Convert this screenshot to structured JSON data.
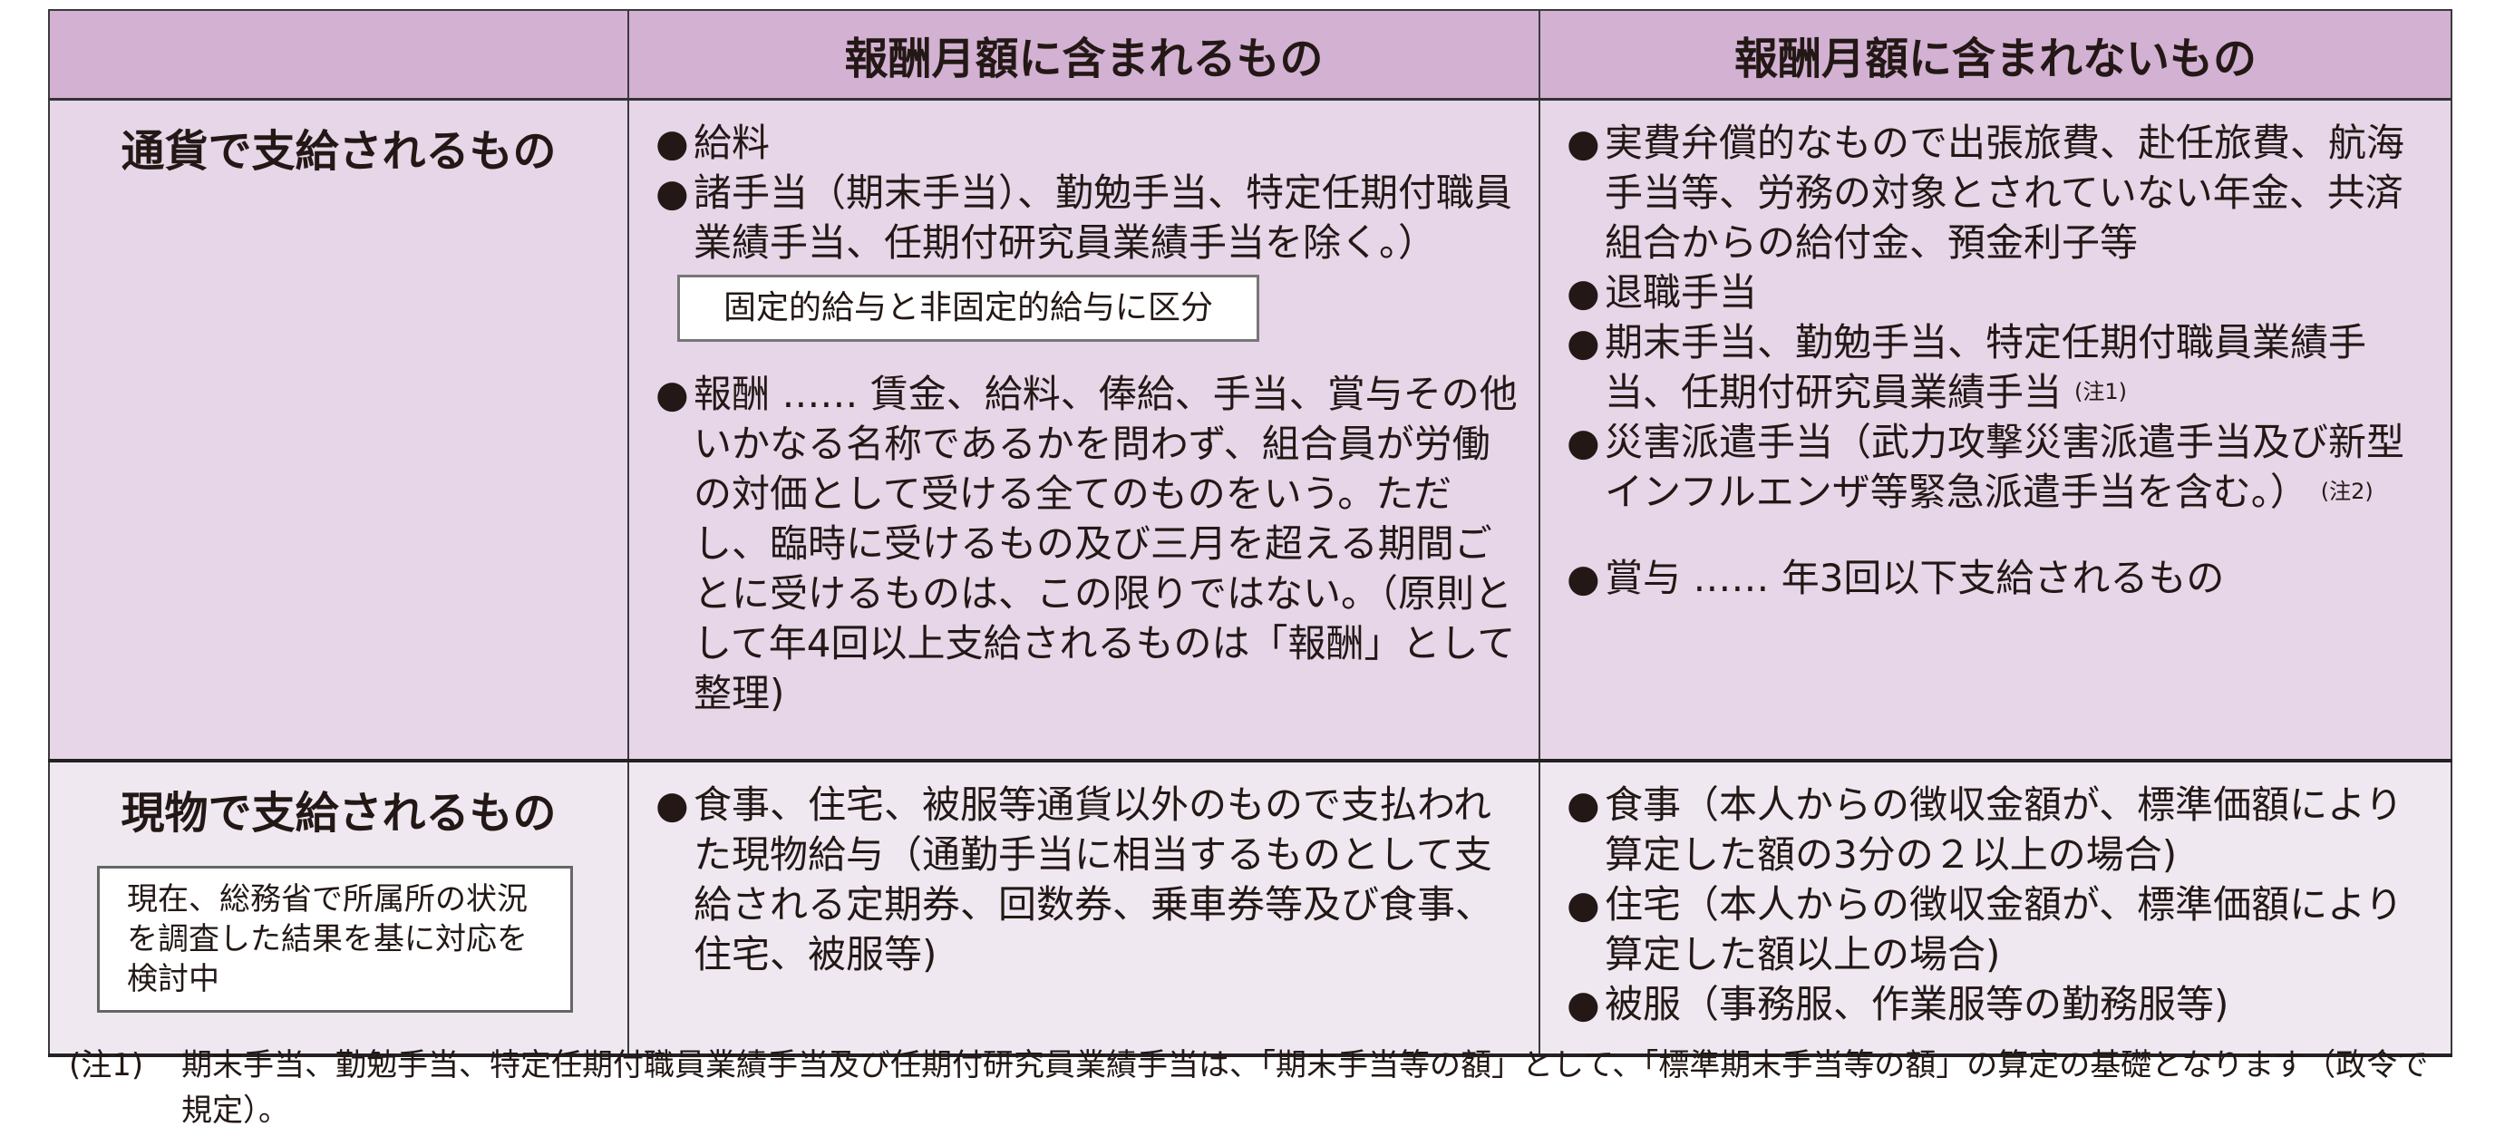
{
  "headers": {
    "col1": "",
    "col2": "報酬月額に含まれるもの",
    "col3": "報酬月額に含まれないもの"
  },
  "row_currency": {
    "label": "通貨で支給されるもの",
    "included": [
      "給料",
      "諸手当（期末手当）、勤勉手当、特定任期付職員業績手当、任期付研究員業績手当を除く。）",
      "報酬 …… 賃金、給料、俸給、手当、賞与その他いかなる名称であるかを問わず、組合員が労働の対価として受ける全てのものをいう。ただし、臨時に受けるもの及び三月を超える期間ごとに受けるものは、この限りではない。（原則として年4回以上支給されるものは「報酬」として整理)"
    ],
    "included_box": "固定的給与と非固定的給与に区分",
    "excluded": [
      {
        "text": "実費弁償的なもので出張旅費、赴任旅費、航海手当等、労務の対象とされていない年金、共済組合からの給付金、預金利子等",
        "note": ""
      },
      {
        "text": "退職手当",
        "note": ""
      },
      {
        "text": "期末手当、勤勉手当、特定任期付職員業績手当、任期付研究員業績手当",
        "note": "(注1)"
      },
      {
        "text": "災害派遣手当（武力攻撃災害派遣手当及び新型インフルエンザ等緊急派遣手当を含む。）",
        "note": "(注2)"
      },
      {
        "text": "賞与 …… 年3回以下支給されるもの",
        "note": ""
      }
    ]
  },
  "row_kind": {
    "label": "現物で支給されるもの",
    "label_box": "現在、総務省で所属所の状況を調査した結果を基に対応を検討中",
    "included": [
      "食事、住宅、被服等通貨以外のもので支払われた現物給与（通勤手当に相当するものとして支給される定期券、回数券、乗車券等及び食事、住宅、被服等)"
    ],
    "excluded": [
      "食事（本人からの徴収金額が、標準価額により算定した額の3分の２以上の場合)",
      "住宅（本人からの徴収金額が、標準価額により算定した額以上の場合)",
      "被服（事務服、作業服等の勤務服等)"
    ]
  },
  "notes": [
    {
      "label": "(注1)",
      "text": "期末手当、勤勉手当、特定任期付職員業績手当及び任期付研究員業績手当は、「期末手当等の額」として、「標準期末手当等の額」の算定の基礎となります（政令で規定）。"
    }
  ],
  "bullet": "●"
}
